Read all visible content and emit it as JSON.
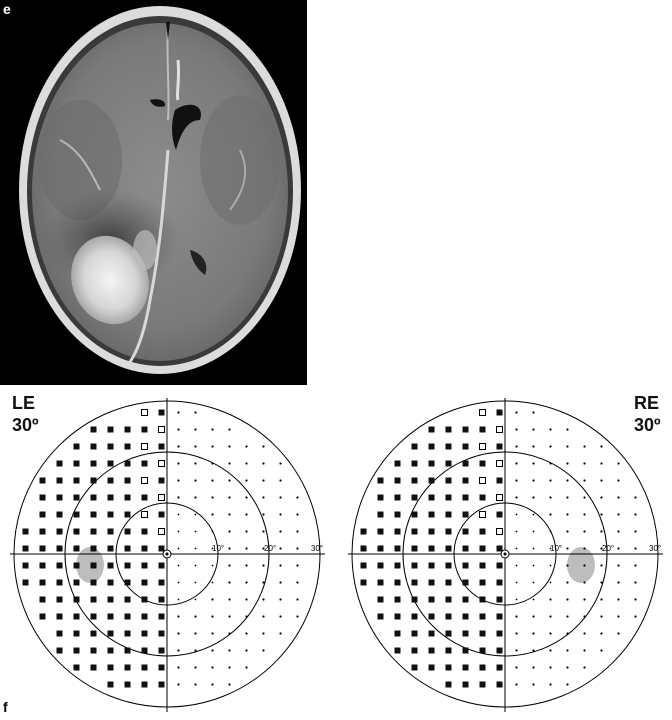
{
  "panel_e": {
    "letter": "e"
  },
  "panel_f": {
    "letter": "f",
    "fields": [
      {
        "eye": "LE",
        "extent": "30º",
        "rings": [
          "10°",
          "20°",
          "30°"
        ],
        "blind_spot_side": "left"
      },
      {
        "eye": "RE",
        "extent": "30º",
        "rings": [
          "10°",
          "20°",
          "30°"
        ],
        "blind_spot_side": "right"
      }
    ],
    "colors": {
      "lines": "#000000",
      "blind_spot": "#bdbdbd",
      "defect_marker": "#111111"
    }
  }
}
